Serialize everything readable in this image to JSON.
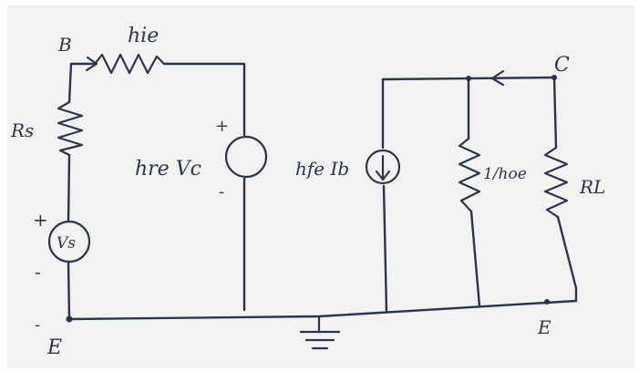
{
  "colors": {
    "ink": "#2a3550",
    "paper": "#f2f2f0"
  },
  "labels": {
    "base": "B",
    "collector": "C",
    "emitter_left": "E",
    "emitter_right": "E",
    "hie": "hie",
    "rs": "Rs",
    "hre_vc": "hre Vc",
    "hfe_ib": "hfe Ib",
    "one_over_hoe": "1/hoe",
    "rl": "RL",
    "vs": "Vs",
    "plus_vs": "+",
    "minus_vs": "-",
    "minus_vs_low": "-",
    "plus_hre": "+",
    "minus_hre": "-"
  }
}
